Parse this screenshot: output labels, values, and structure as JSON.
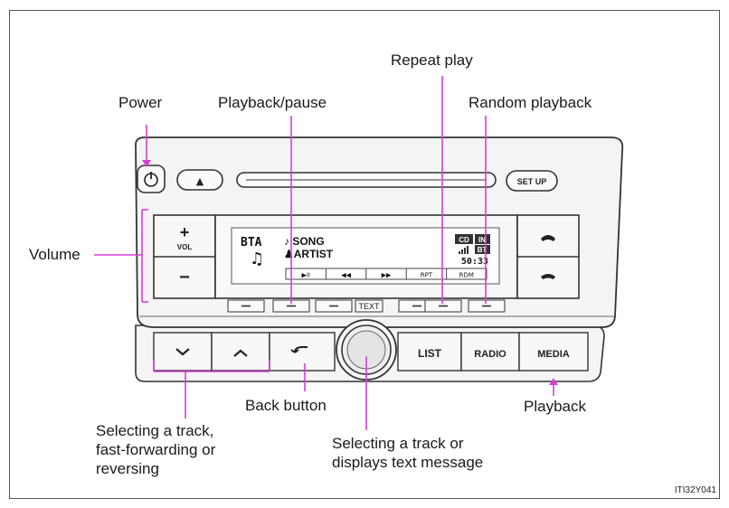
{
  "labels": {
    "power": "Power",
    "playback_pause": "Playback/pause",
    "repeat_play": "Repeat play",
    "random_playback": "Random playback",
    "volume": "Volume",
    "back_button": "Back button",
    "playback": "Playback",
    "selecting_track_line1": "Selecting a track,",
    "selecting_track_line2": "fast-forwarding or",
    "selecting_track_line3": "reversing",
    "selecting_text_line1": "Selecting a track or",
    "selecting_text_line2": "displays text message"
  },
  "buttons": {
    "eject": "▲",
    "setup": "SET UP",
    "vol": "VOL",
    "plus": "+",
    "minus": "−",
    "text": "TEXT",
    "list": "LIST",
    "radio": "RADIO",
    "media": "MEDIA"
  },
  "display": {
    "source": "BTA",
    "song": "♪ SONG",
    "artist": "♟ARTIST",
    "cd": "CD",
    "in": "IN",
    "bt": "BT",
    "time": "50:33",
    "softkeys": [
      "▶II",
      "◀◀",
      "▶▶",
      "RPT",
      "RDM"
    ]
  },
  "image_code": "ITI32Y041",
  "colors": {
    "callout": "#d63fd6",
    "panel": "#f2f2f2",
    "stroke": "#333333"
  }
}
